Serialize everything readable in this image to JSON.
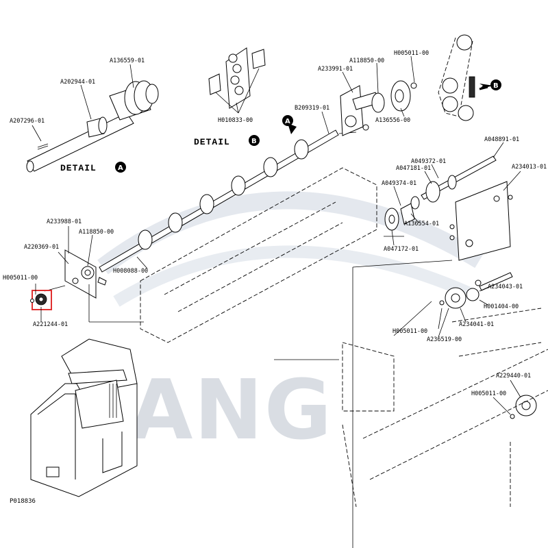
{
  "watermark": "BANG",
  "figure_id": "P018836",
  "details": [
    {
      "id": "detail-a",
      "text": "DETAIL",
      "badge": "A"
    },
    {
      "id": "detail-b",
      "text": "DETAIL",
      "badge": "B"
    }
  ],
  "arrow_badges": {
    "a": "A",
    "b": "B"
  },
  "parts": [
    "A136559-01",
    "A202944-01",
    "A207296-01",
    "H010833-00",
    "A233991-01",
    "A118850-00",
    "H005011-00",
    "A136556-00",
    "B209319-01",
    "A233988-01",
    "A118850-00",
    "A220369-01",
    "H005011-00",
    "A221244-01",
    "H008088-00",
    "A049372-01",
    "A047181-01",
    "A048891-01",
    "A234013-01",
    "A049374-01",
    "A136554-01",
    "A047172-01",
    "A234043-01",
    "H001404-00",
    "A234041-01",
    "H005011-00",
    "A236519-00",
    "A229440-01",
    "H005011-00"
  ],
  "highlight_color": "#e03030"
}
